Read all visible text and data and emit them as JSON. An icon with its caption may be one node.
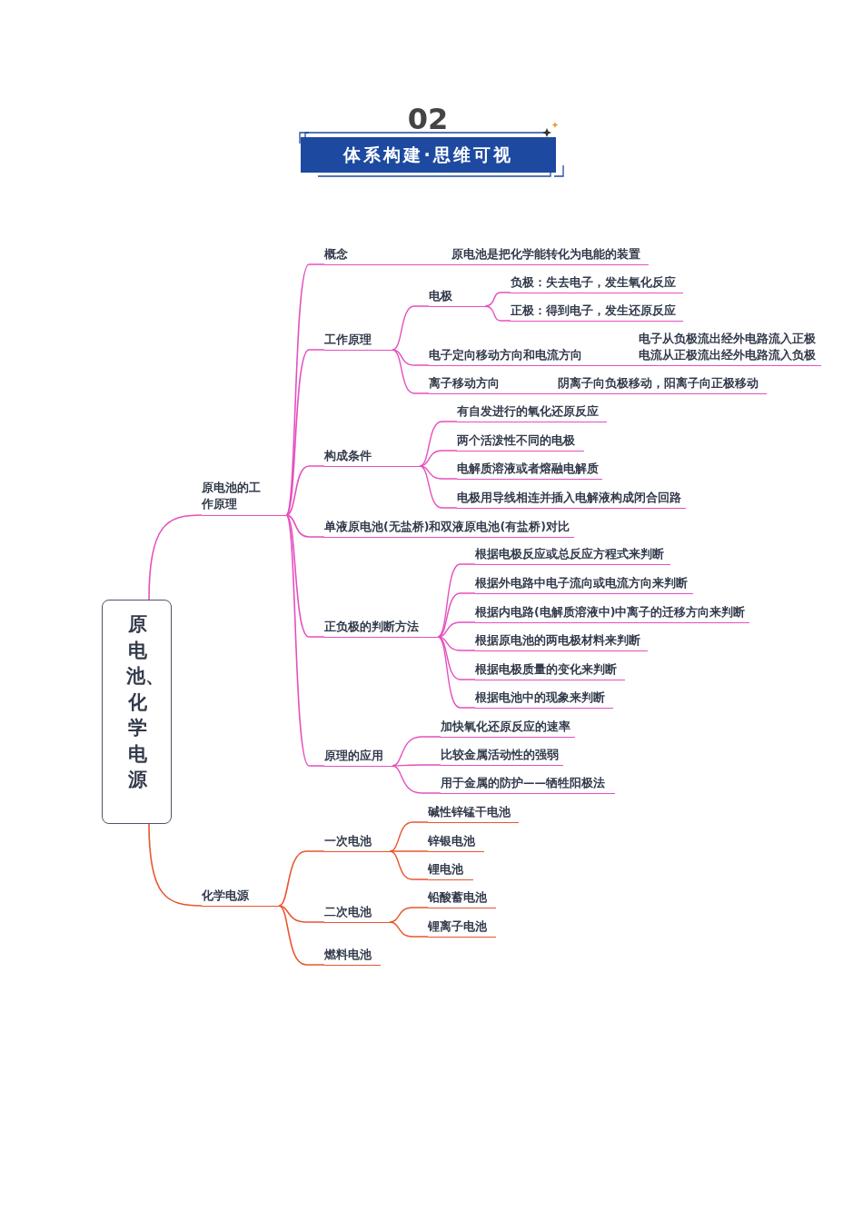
{
  "diagram": {
    "title": "体系构建·思维可视",
    "nodes": [
      {
        "text": [
          "原电池、化学电源"
        ]
      },
      {
        "text": [
          "原电池的工作原理"
        ]
      },
      {
        "text": [
          "概念",
          "原电池是把化学能转化为电能的装置"
        ]
      },
      {
        "text": [
          "工作原理"
        ]
      },
      {
        "text": [
          "电极"
        ]
      },
      {
        "text": [
          "负极：失去电子，发生氧化反应"
        ]
      },
      {
        "text": [
          "正极：得到电子，发生还原反应"
        ]
      },
      {
        "text": [
          "电子定向移动方向和电流方向",
          "电子从负极流出经外电路流入正极",
          "电流从正极流出经外电路流入负极"
        ]
      },
      {
        "text": [
          "离子移动方向",
          "阴离子向负极移动，阳离子向正极移动"
        ]
      },
      {
        "text": [
          "构成条件"
        ]
      },
      {
        "text": [
          "有自发进行的氧化还原反应"
        ]
      },
      {
        "text": [
          "两个活泼性不同的电极"
        ]
      },
      {
        "text": [
          "电解质溶液或者熔融电解质"
        ]
      },
      {
        "text": [
          "电极用导线相连并插入电解液构成闭合回路"
        ]
      },
      {
        "text": [
          "单液原电池(无盐桥)和双液原电池(有盐桥)对比"
        ]
      },
      {
        "text": [
          "正负极的判断方法"
        ]
      },
      {
        "text": [
          "根据电极反应或总反应方程式来判断"
        ]
      },
      {
        "text": [
          "根据外电路中电子流向或电流方向来判断"
        ]
      },
      {
        "text": [
          "根据内电路(电解质溶液中)中离子的迁移方向来判断"
        ]
      },
      {
        "text": [
          "根据原电池的两电极材料来判断"
        ]
      },
      {
        "text": [
          "根据电极质量的变化来判断"
        ]
      },
      {
        "text": [
          "根据电池中的现象来判断"
        ]
      },
      {
        "text": [
          "原理的应用"
        ]
      },
      {
        "text": [
          "加快氧化还原反应的速率"
        ]
      },
      {
        "text": [
          "比较金属活动性的强弱"
        ]
      },
      {
        "text": [
          "用于金属的防护——牺牲阳极法"
        ]
      },
      {
        "text": [
          "化学电源"
        ]
      },
      {
        "text": [
          "一次电池"
        ]
      },
      {
        "text": [
          "碱性锌锰干电池"
        ]
      },
      {
        "text": [
          "锌银电池"
        ]
      },
      {
        "text": [
          "锂电池"
        ]
      },
      {
        "text": [
          "二次电池"
        ]
      },
      {
        "text": [
          "铅酸蓄电池"
        ]
      },
      {
        "text": [
          "锂离子电池"
        ]
      },
      {
        "text": [
          "燃料电池"
        ]
      }
    ],
    "edges": [
      {
        "from": 0,
        "to": 1,
        "arrow": "none"
      },
      {
        "from": 1,
        "to": 2,
        "arrow": "none"
      },
      {
        "from": 1,
        "to": 3,
        "arrow": "none"
      },
      {
        "from": 3,
        "to": 4,
        "arrow": "none"
      },
      {
        "from": 4,
        "to": 5,
        "arrow": "none"
      },
      {
        "from": 4,
        "to": 6,
        "arrow": "none"
      },
      {
        "from": 3,
        "to": 7,
        "arrow": "none"
      },
      {
        "from": 3,
        "to": 8,
        "arrow": "none"
      },
      {
        "from": 1,
        "to": 9,
        "arrow": "none"
      },
      {
        "from": 9,
        "to": 10,
        "arrow": "none"
      },
      {
        "from": 9,
        "to": 11,
        "arrow": "none"
      },
      {
        "from": 9,
        "to": 12,
        "arrow": "none"
      },
      {
        "from": 9,
        "to": 13,
        "arrow": "none"
      },
      {
        "from": 1,
        "to": 14,
        "arrow": "none"
      },
      {
        "from": 1,
        "to": 15,
        "arrow": "none"
      },
      {
        "from": 15,
        "to": 16,
        "arrow": "none"
      },
      {
        "from": 15,
        "to": 17,
        "arrow": "none"
      },
      {
        "from": 15,
        "to": 18,
        "arrow": "none"
      },
      {
        "from": 15,
        "to": 19,
        "arrow": "none"
      },
      {
        "from": 15,
        "to": 20,
        "arrow": "none"
      },
      {
        "from": 15,
        "to": 21,
        "arrow": "none"
      },
      {
        "from": 1,
        "to": 22,
        "arrow": "none"
      },
      {
        "from": 22,
        "to": 23,
        "arrow": "none"
      },
      {
        "from": 22,
        "to": 24,
        "arrow": "none"
      },
      {
        "from": 22,
        "to": 25,
        "arrow": "none"
      },
      {
        "from": 0,
        "to": 26,
        "arrow": "none",
        "color": "#e8552f"
      },
      {
        "from": 26,
        "to": 27,
        "arrow": "none",
        "color": "#e8552f"
      },
      {
        "from": 27,
        "to": 28,
        "arrow": "none",
        "color": "#e8552f"
      },
      {
        "from": 27,
        "to": 29,
        "arrow": "none",
        "color": "#e8552f"
      },
      {
        "from": 27,
        "to": 30,
        "arrow": "none",
        "color": "#e8552f"
      },
      {
        "from": 26,
        "to": 31,
        "arrow": "none",
        "color": "#e8552f"
      },
      {
        "from": 31,
        "to": 32,
        "arrow": "none",
        "color": "#e8552f"
      },
      {
        "from": 31,
        "to": 33,
        "arrow": "none",
        "color": "#e8552f"
      },
      {
        "from": 26,
        "to": 34,
        "arrow": "none",
        "color": "#e8552f"
      }
    ],
    "labels": [
      "02"
    ]
  }
}
